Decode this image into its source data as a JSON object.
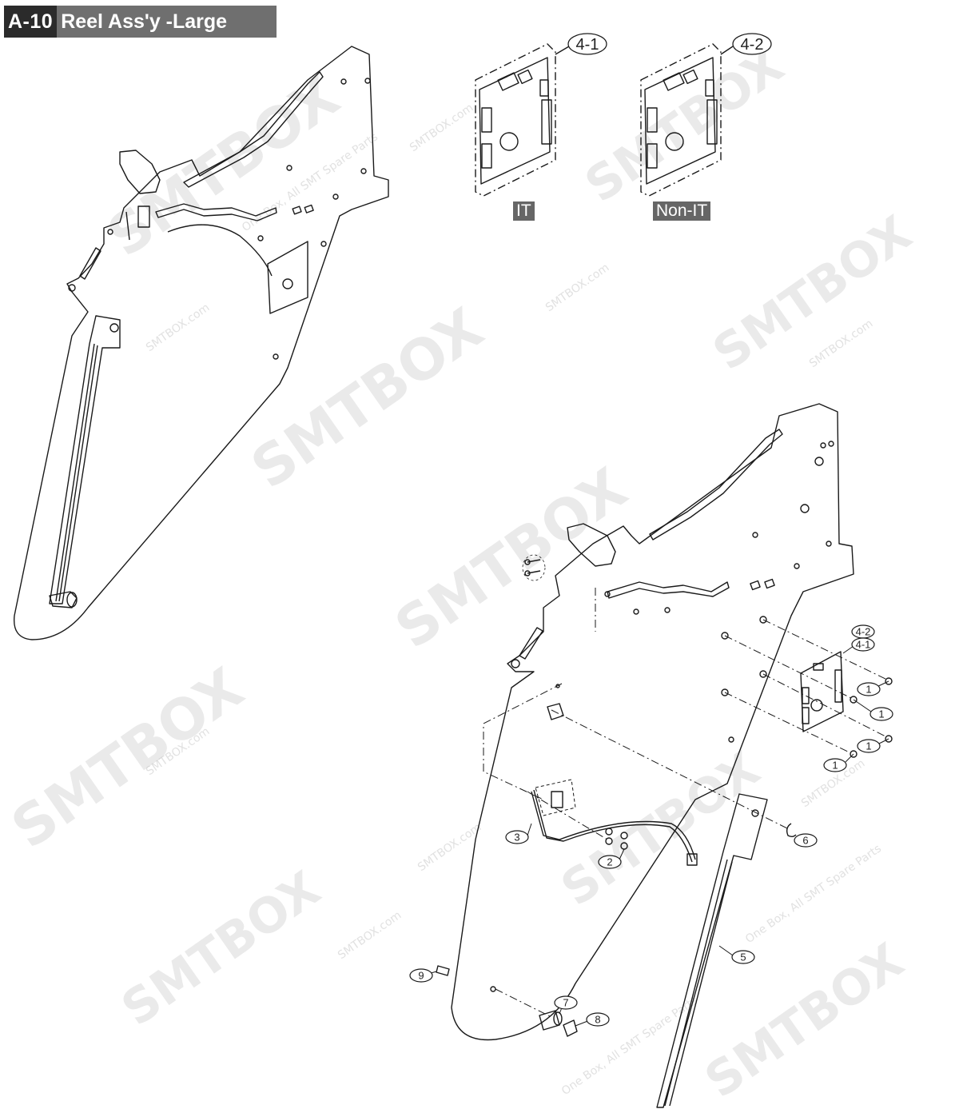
{
  "header": {
    "code": "A-10",
    "title": "Reel Ass'y -Large"
  },
  "variants": [
    {
      "callout": "4-1",
      "label": "IT"
    },
    {
      "callout": "4-2",
      "label": "Non-IT"
    }
  ],
  "callouts": {
    "c42": "4-2",
    "c41": "4-1",
    "screw_a": "1",
    "screw_b": "1",
    "screw_c": "1",
    "screw_d": "1",
    "washers": "2",
    "sensor_harness": "3",
    "guide_rail": "5",
    "e_ring": "6",
    "collar": "7",
    "screw_slotted": "8",
    "screw_pan": "9"
  },
  "watermarks": {
    "brand": "SMTBOX",
    "domain": "SMTBOX.com",
    "tagline": "One Box, All SMT Spare Parts"
  },
  "colors": {
    "line": "#1a1a1a",
    "title_code_bg": "#2b2b2b",
    "title_bg": "#6f6f6f",
    "tag_bg": "#666666"
  }
}
